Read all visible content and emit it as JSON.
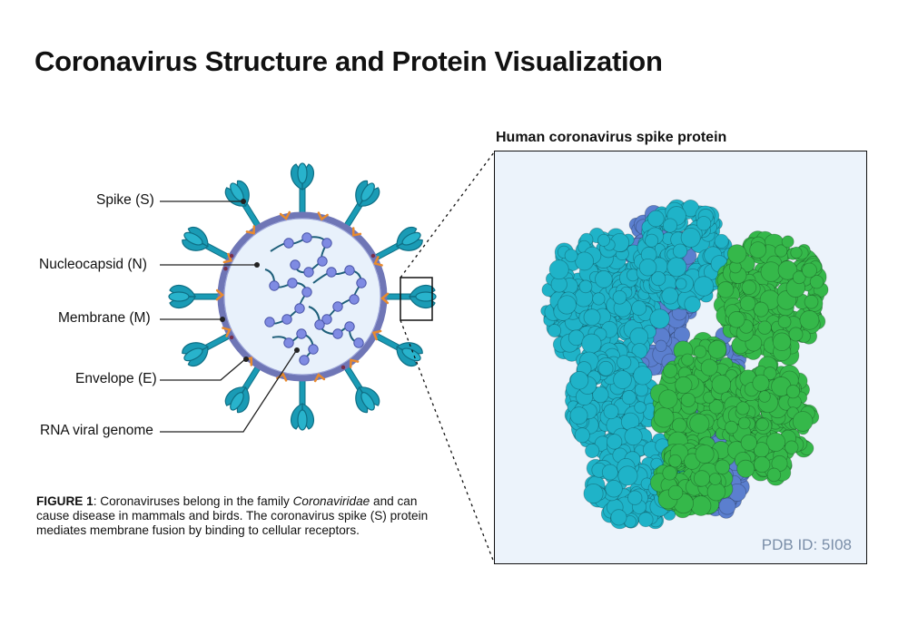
{
  "title": "Coronavirus Structure and Protein Visualization",
  "labels": {
    "spike": "Spike (S)",
    "nucleocapsid": "Nucleocapsid (N)",
    "membrane": "Membrane (M)",
    "envelope": "Envelope (E)",
    "rna": "RNA viral genome"
  },
  "caption": {
    "figure_label": "FIGURE 1",
    "text_before": ": Coronaviruses belong in the family ",
    "family": "Coronaviridae",
    "text_after": " and can cause disease in mammals and birds. The coronavirus spike (S) protein mediates membrane fusion by binding to cellular receptors."
  },
  "protein": {
    "title": "Human coronavirus spike protein",
    "pdb_id": "PDB ID: 5I08"
  },
  "colors": {
    "spike_teal": "#1a9bb5",
    "spike_dark": "#0f6f85",
    "membrane": "#6f76b6",
    "envelope_orange": "#e88a2e",
    "nucleocapsid": "#7f8be3",
    "rna_strand": "#1e5f7a",
    "protein_cyan": "#1fb3c8",
    "protein_blue": "#5b7fcf",
    "protein_green": "#35b84a"
  }
}
